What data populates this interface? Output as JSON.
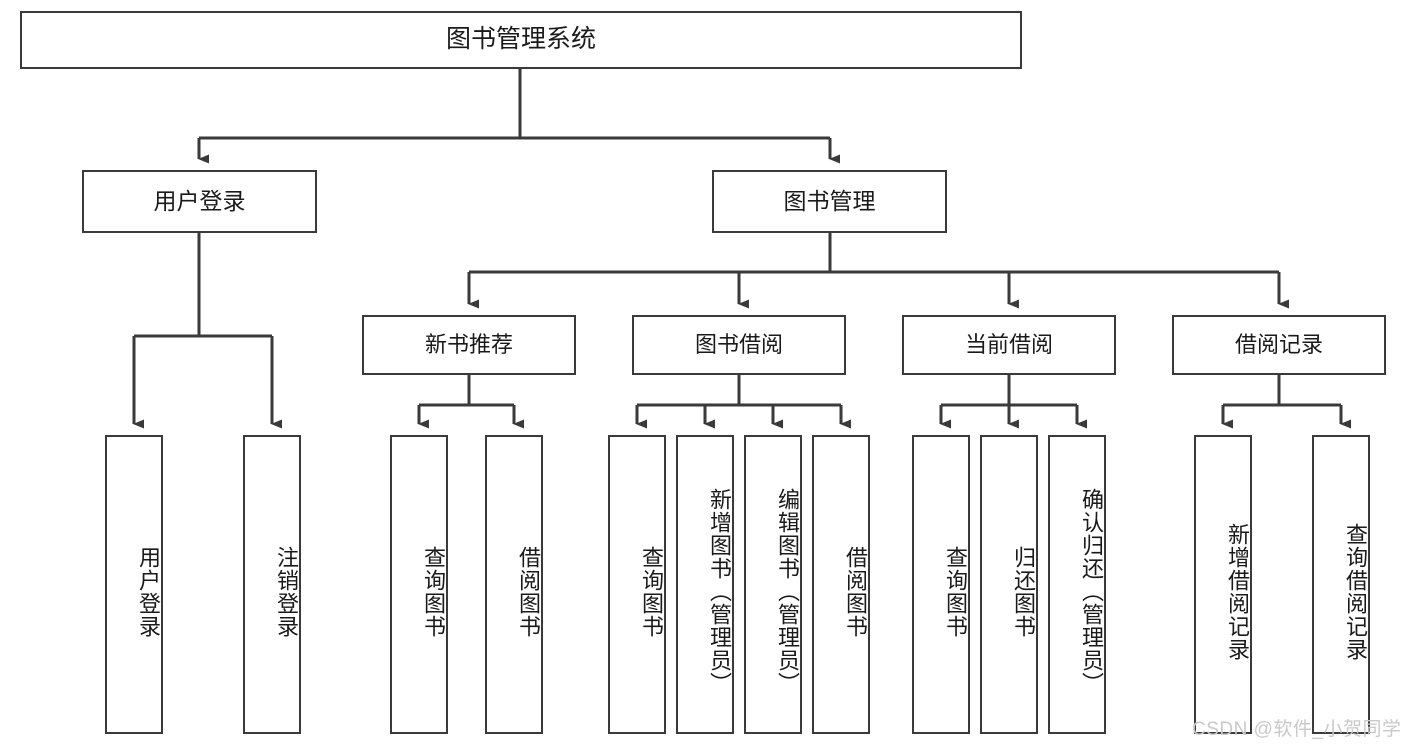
{
  "diagram": {
    "title": "图书管理系统",
    "root": {
      "label": "图书管理系统"
    },
    "level2": [
      {
        "label": "用户登录"
      },
      {
        "label": "图书管理"
      }
    ],
    "level3": [
      {
        "label": "新书推荐"
      },
      {
        "label": "图书借阅"
      },
      {
        "label": "当前借阅"
      },
      {
        "label": "借阅记录"
      }
    ],
    "leaves": {
      "user_login": [
        {
          "label": "用户登录"
        },
        {
          "label": "注销登录"
        }
      ],
      "new_book_recommend": [
        {
          "label": "查询图书"
        },
        {
          "label": "借阅图书"
        }
      ],
      "book_borrow": [
        {
          "label": "查询图书"
        },
        {
          "label": "新增图书（管理员）"
        },
        {
          "label": "编辑图书（管理员）"
        },
        {
          "label": "借阅图书"
        }
      ],
      "current_borrow": [
        {
          "label": "查询图书"
        },
        {
          "label": "归还图书"
        },
        {
          "label": "确认归还（管理员）"
        }
      ],
      "borrow_record": [
        {
          "label": "新增借阅记录"
        },
        {
          "label": "查询借阅记录"
        }
      ]
    },
    "watermark": "CSDN @软件_小贺同学",
    "colors": {
      "border": "#3a3a3a",
      "text": "#1a1a1a",
      "background": "#ffffff",
      "watermark": "#c9c9c9"
    }
  }
}
